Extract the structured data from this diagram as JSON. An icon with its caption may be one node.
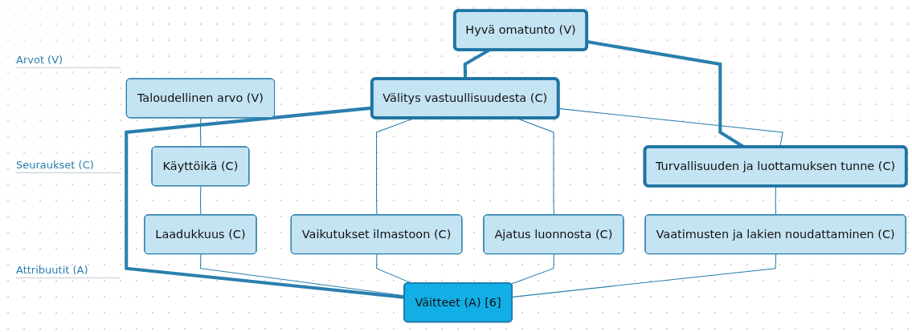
{
  "diagram": {
    "nodes": [
      {
        "text": [
          "Taloudellinen arvo (V)"
        ]
      },
      {
        "text": [
          "Hyvä omatunto (V)"
        ]
      },
      {
        "text": [
          "Käyttöikä (C)"
        ]
      },
      {
        "text": [
          "Välitys vastuullisuudesta (C)"
        ]
      },
      {
        "text": [
          "Turvallisuuden ja luottamuksen tunne (C)"
        ]
      },
      {
        "text": [
          "Laadukkuus (C)"
        ]
      },
      {
        "text": [
          "Vaikutukset ilmastoon (C)"
        ]
      },
      {
        "text": [
          "Ajatus luonnosta (C)"
        ]
      },
      {
        "text": [
          "Vaatimusten ja lakien noudattaminen (C)"
        ]
      },
      {
        "text": [
          "Väitteet (A) [6]"
        ]
      }
    ],
    "edges": [
      {
        "from": 0,
        "to": 2,
        "arrow": "none"
      },
      {
        "from": 1,
        "to": 3,
        "arrow": "none",
        "style": "thick"
      },
      {
        "from": 1,
        "to": 4,
        "arrow": "none",
        "style": "thick"
      },
      {
        "from": 3,
        "to": 4,
        "arrow": "none"
      },
      {
        "from": 2,
        "to": 5,
        "arrow": "none"
      },
      {
        "from": 3,
        "to": 6,
        "arrow": "none"
      },
      {
        "from": 3,
        "to": 7,
        "arrow": "none"
      },
      {
        "from": 3,
        "to": 9,
        "arrow": "none",
        "style": "thick"
      },
      {
        "from": 4,
        "to": 8,
        "arrow": "none"
      },
      {
        "from": 5,
        "to": 9,
        "arrow": "none"
      },
      {
        "from": 6,
        "to": 9,
        "arrow": "none"
      },
      {
        "from": 7,
        "to": 9,
        "arrow": "none"
      },
      {
        "from": 8,
        "to": 9,
        "arrow": "none"
      }
    ],
    "labels": [
      "Arvot (V)",
      "Seuraukset (C)",
      "Attribuutit (A)"
    ]
  }
}
